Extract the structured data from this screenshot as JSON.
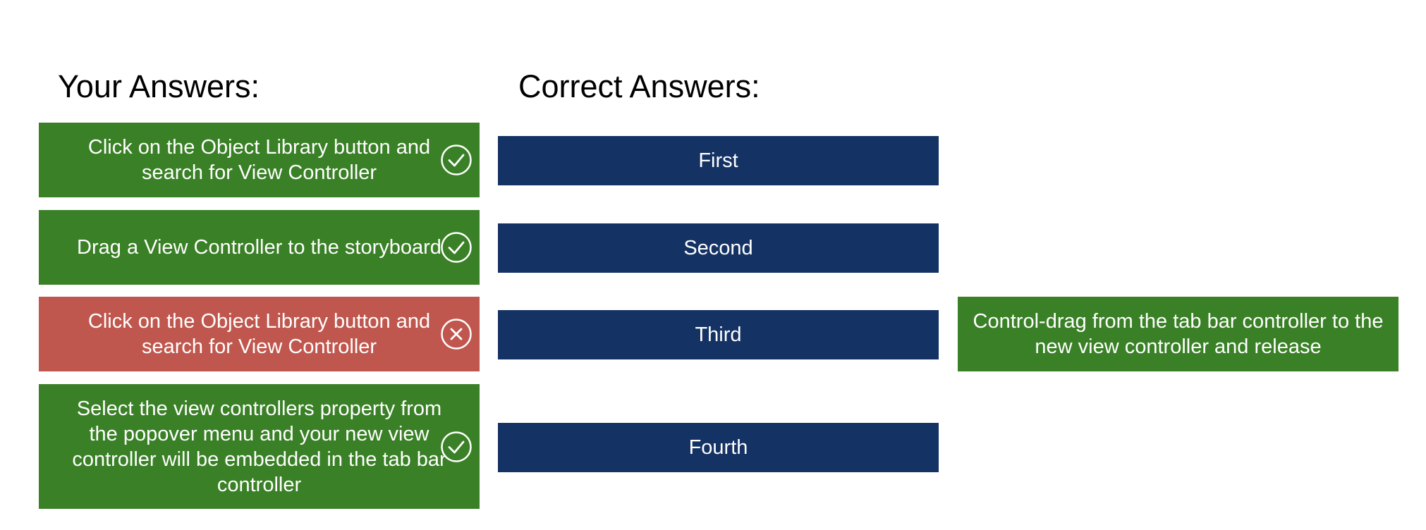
{
  "headings": {
    "your_answers": "Your Answers:",
    "correct_answers": "Correct Answers:"
  },
  "your_answers": [
    {
      "text": "Click on the Object Library button and search for View Controller",
      "status": "correct",
      "status_icon": "check-circle-icon",
      "color": "#3a8026"
    },
    {
      "text": "Drag a View Controller to the storyboard",
      "status": "correct",
      "status_icon": "check-circle-icon",
      "color": "#3a8026"
    },
    {
      "text": "Click on the Object Library button and search for View Controller",
      "status": "incorrect",
      "status_icon": "x-circle-icon",
      "color": "#c0574e"
    },
    {
      "text": "Select the view controllers property from the popover menu and your new view controller will be embedded in the tab bar controller",
      "status": "correct",
      "status_icon": "check-circle-icon",
      "color": "#3a8026"
    }
  ],
  "correct_slots": [
    {
      "label": "First"
    },
    {
      "label": "Second"
    },
    {
      "label": "Third"
    },
    {
      "label": "Fourth"
    }
  ],
  "unplaced_answer": {
    "text": "Control-drag from the tab bar controller to the new view controller and release",
    "color": "#3a8026"
  },
  "colors": {
    "correct": "#3a8026",
    "incorrect": "#c0574e",
    "slot": "#143263"
  }
}
